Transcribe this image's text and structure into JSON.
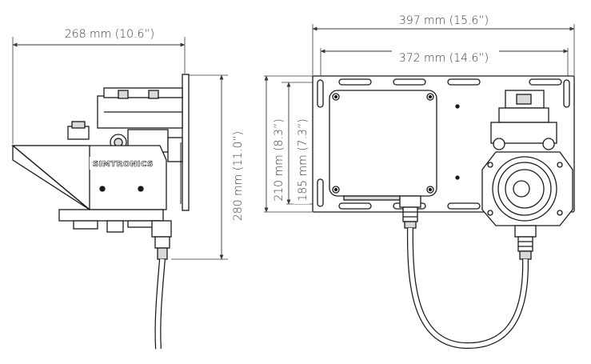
{
  "dimensions": {
    "side_width": "268 mm (10.6”)",
    "side_height": "280 mm (11.0”)",
    "plate_width": "397 mm (15.6”)",
    "hole_spacing": "372 mm (14.6”)",
    "plate_height": "210 mm (8.3”)",
    "hole_height": "185 mm (7.3”)"
  },
  "brand_label": "SIMTRONICS",
  "colors": {
    "line": "#1a1a1a",
    "dim": "#3a3a3a",
    "fill": "#ffffff",
    "shade": "#d9d9d9"
  }
}
